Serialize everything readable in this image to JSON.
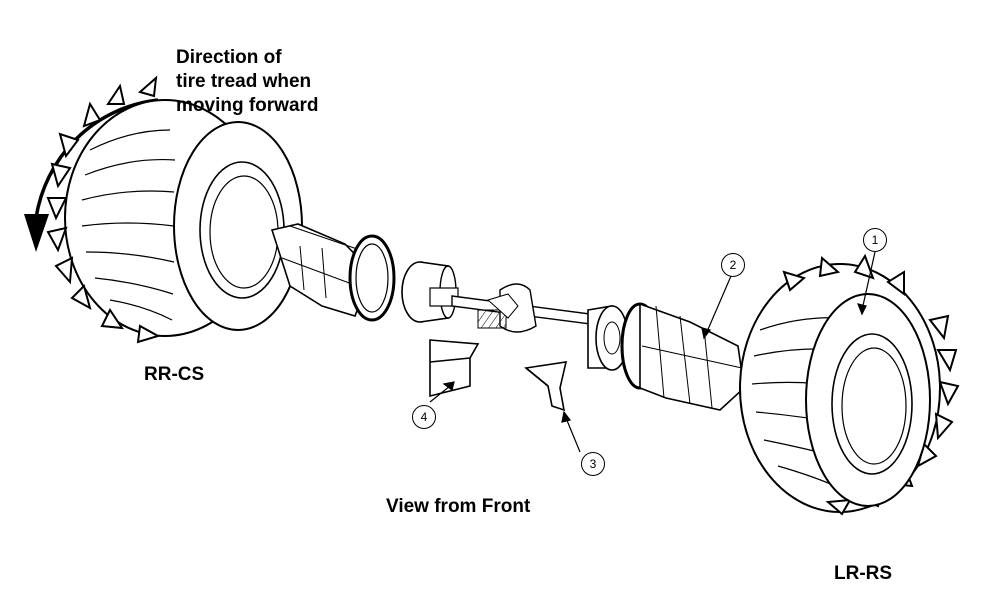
{
  "diagram": {
    "direction_note": [
      "Direction of",
      "tire tread when",
      "moving forward"
    ],
    "label_right_rear": "RR-CS",
    "label_left_rear": "LR-RS",
    "view_caption": "View from Front",
    "callouts": [
      "1",
      "2",
      "3",
      "4"
    ]
  }
}
